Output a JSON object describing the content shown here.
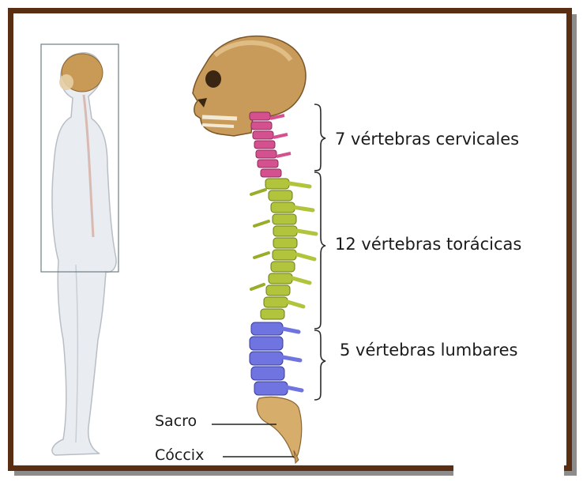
{
  "labels": {
    "cervical": "7 vértebras cervicales",
    "thoracic": "12 vértebras torácicas",
    "lumbar": "5 vértebras lumbares",
    "sacrum": "Sacro",
    "coccyx": "Cóccix"
  },
  "colors": {
    "frame": "#5a2e12",
    "cervical": "#d4508f",
    "thoracic": "#b2c43c",
    "lumbar": "#6f74e0",
    "bone": "#d7ad6c"
  }
}
